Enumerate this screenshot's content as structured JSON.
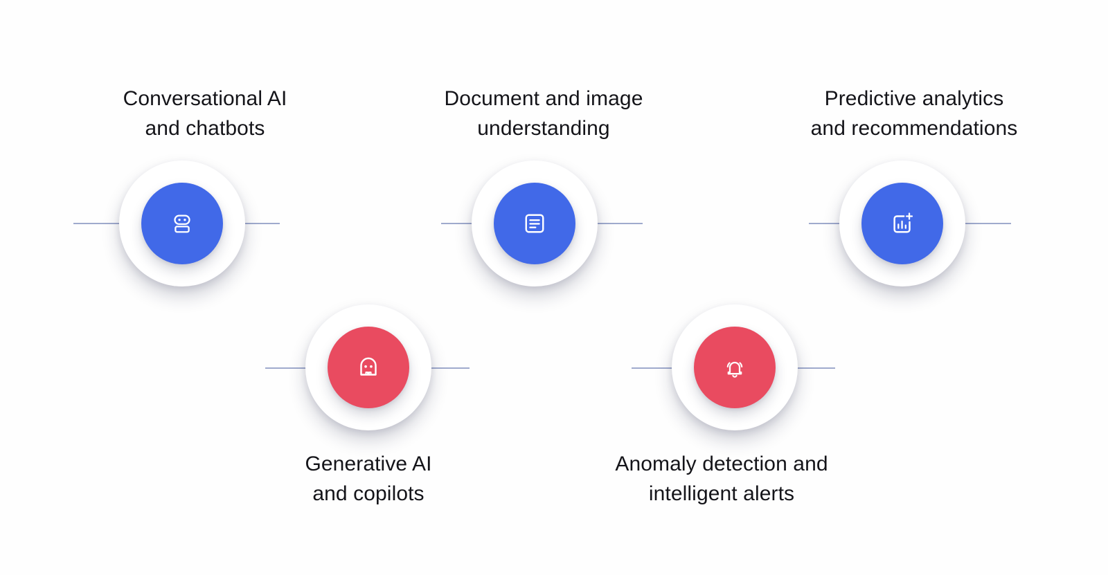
{
  "diagram": {
    "background_color": "#fefefe",
    "accent_blue": "#4169E8",
    "accent_red": "#E94B60",
    "connector_color": "#8E9BC4",
    "text_color": "#141419",
    "nodes": [
      {
        "id": "conversational-ai",
        "label": "Conversational AI\nand chatbots",
        "label_position": "above",
        "color": "#4169E8",
        "color_name": "blue",
        "icon": "chatbot-icon",
        "row": "top",
        "column": 1
      },
      {
        "id": "document-image-understanding",
        "label": "Document and image\nunderstanding",
        "label_position": "above",
        "color": "#4169E8",
        "color_name": "blue",
        "icon": "document-text-icon",
        "row": "top",
        "column": 2
      },
      {
        "id": "predictive-analytics",
        "label": "Predictive analytics\nand recommendations",
        "label_position": "above",
        "color": "#4169E8",
        "color_name": "blue",
        "icon": "add-chart-icon",
        "row": "top",
        "column": 3
      },
      {
        "id": "generative-ai-copilots",
        "label": "Generative AI\nand copilots",
        "label_position": "below",
        "color": "#E94B60",
        "color_name": "red",
        "icon": "ghost-robot-icon",
        "row": "bottom",
        "column": 1
      },
      {
        "id": "anomaly-detection",
        "label": "Anomaly detection and\nintelligent alerts",
        "label_position": "below",
        "color": "#E94B60",
        "color_name": "red",
        "icon": "ringing-bell-icon",
        "row": "bottom",
        "column": 2
      }
    ]
  }
}
